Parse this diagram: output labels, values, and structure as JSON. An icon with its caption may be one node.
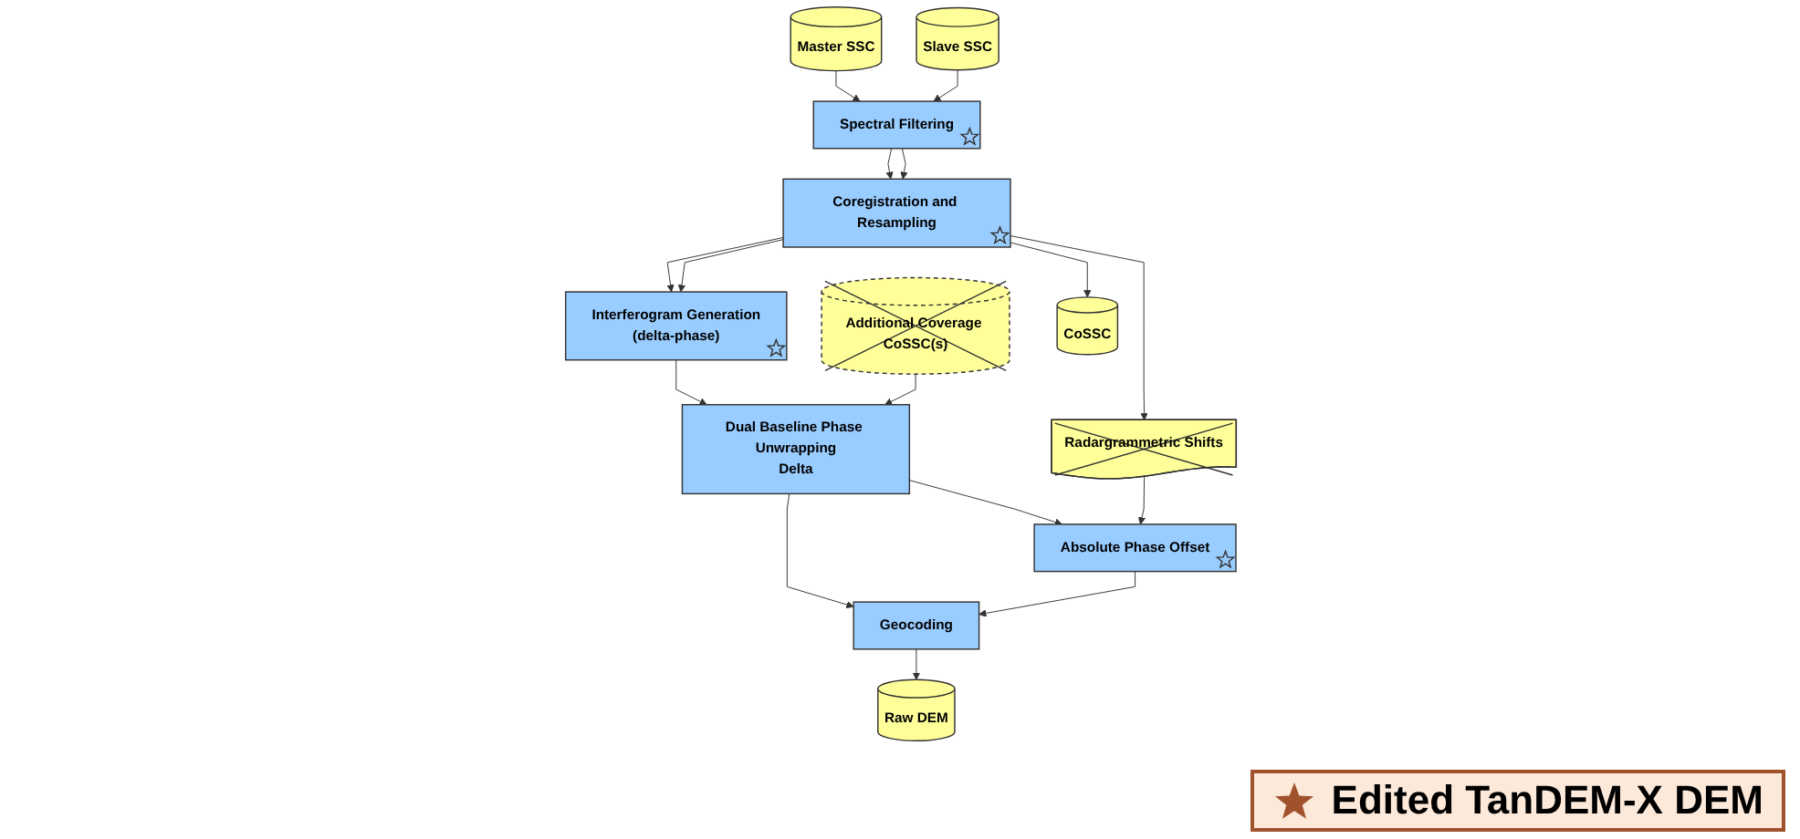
{
  "diagram": {
    "nodes": [
      {
        "text": [
          "Master SSC"
        ]
      },
      {
        "text": [
          "Spectral Filtering"
        ]
      },
      {
        "text": [
          "Slave SSC"
        ]
      },
      {
        "text": [
          "Coregistration and Resampling"
        ]
      },
      {
        "text": [
          "Additional Coverage CoSSC(s)"
        ]
      },
      {
        "text": [
          "Interferogram Generation",
          "(delta-phase)"
        ]
      },
      {
        "text": [
          "Radargrammetric Shifts"
        ]
      },
      {
        "text": [
          "CoSSC"
        ]
      },
      {
        "text": [
          "Dual Baseline Phase Unwrapping",
          "Delta"
        ]
      },
      {
        "text": [
          "Absolute Phase Offset"
        ]
      },
      {
        "text": [
          "Raw DEM"
        ]
      },
      {
        "text": [
          "Geocoding"
        ]
      }
    ],
    "edges": [
      {
        "from": 0,
        "to": 1,
        "arrow": "to"
      },
      {
        "from": 2,
        "to": 1,
        "arrow": "to"
      },
      {
        "from": 1,
        "to": 3,
        "arrow": "to"
      },
      {
        "from": 1,
        "to": 3,
        "arrow": "to"
      },
      {
        "from": 3,
        "to": 7,
        "arrow": "to"
      },
      {
        "from": 3,
        "to": 6,
        "arrow": "to"
      },
      {
        "from": 3,
        "to": 5,
        "arrow": "to"
      },
      {
        "from": 3,
        "to": 5,
        "arrow": "to"
      },
      {
        "from": 5,
        "to": 8,
        "arrow": "to"
      },
      {
        "from": 4,
        "to": 8,
        "arrow": "to"
      },
      {
        "from": 8,
        "to": 9,
        "arrow": "to"
      },
      {
        "from": 6,
        "to": 9,
        "arrow": "to"
      },
      {
        "from": 8,
        "to": 11,
        "arrow": "to"
      },
      {
        "from": 9,
        "to": 11,
        "arrow": "to"
      },
      {
        "from": 11,
        "to": 10,
        "arrow": "to"
      }
    ],
    "legend": [
      {
        "text": "Edited TanDEM-X DEM"
      }
    ]
  }
}
